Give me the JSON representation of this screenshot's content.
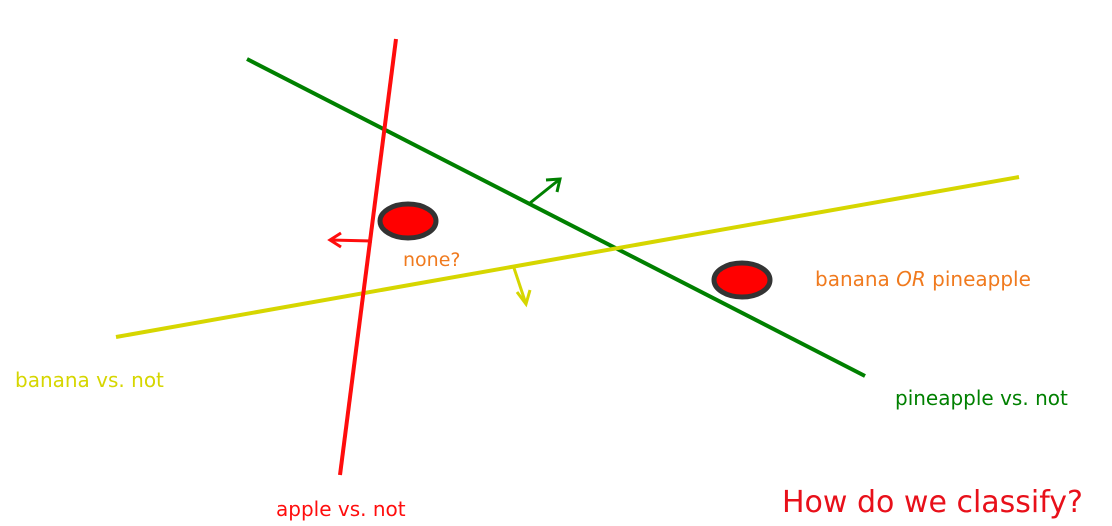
{
  "labels": {
    "banana_line": "banana vs. not",
    "pineapple_line": "pineapple vs. not",
    "apple_line": "apple vs. not",
    "none_point": "none?",
    "ambiguous_prefix": "banana ",
    "ambiguous_or": "OR",
    "ambiguous_suffix": " pineapple",
    "question": "How do we classify?"
  },
  "colors": {
    "apple": "#ff0d0d",
    "pineapple": "#008000",
    "banana": "#d6d600",
    "annotation": "#f07a1e",
    "question": "#e8101a",
    "point_fill": "#ff0000",
    "point_stroke": "#333333"
  }
}
